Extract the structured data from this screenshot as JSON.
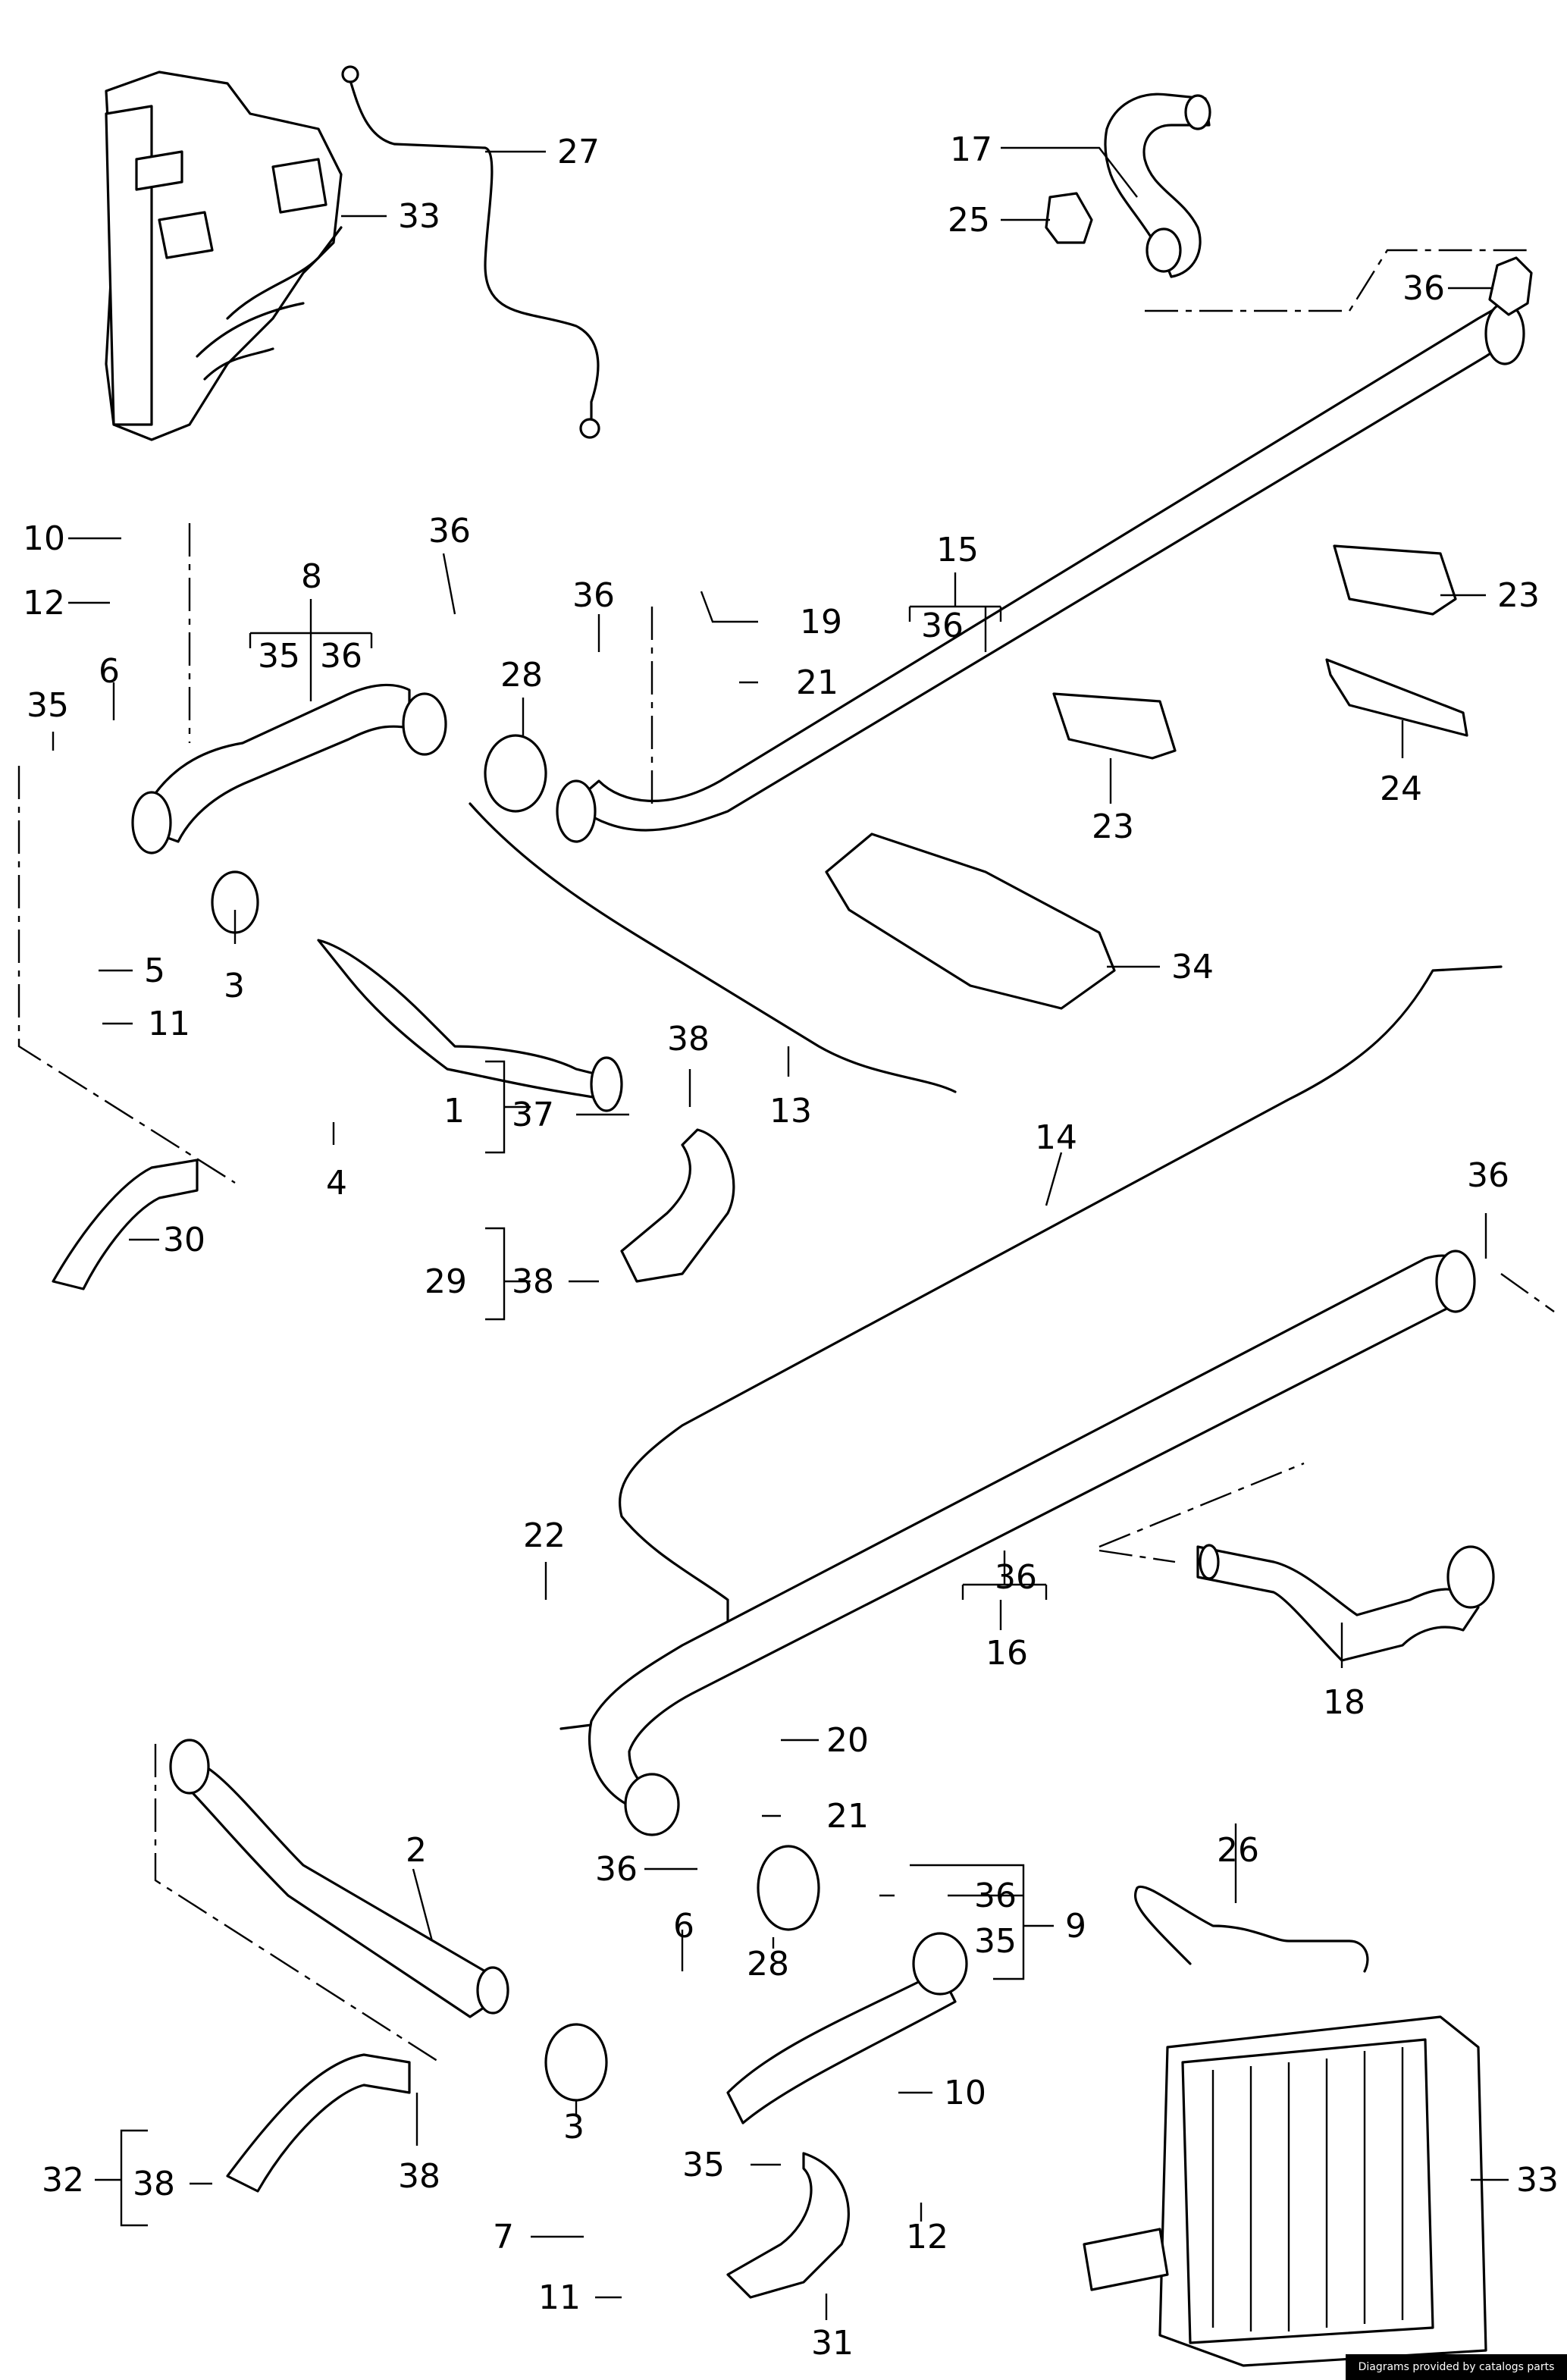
{
  "labels": {
    "l27": "27",
    "l33a": "33",
    "l17": "17",
    "l25": "25",
    "l36a": "36",
    "l10a": "10",
    "l12a": "12",
    "l8": "8",
    "l35a": "35",
    "l36b": "36",
    "l36c": "36",
    "l36d": "36",
    "l19": "19",
    "l21a": "21",
    "l15": "15",
    "l36e": "36",
    "l23a": "23",
    "l6a": "6",
    "l35b": "35",
    "l28a": "28",
    "l23b": "23",
    "l24": "24",
    "l5": "5",
    "l3a": "3",
    "l34": "34",
    "l11a": "11",
    "l38a": "38",
    "l13": "13",
    "l1": "1",
    "l37": "37",
    "l4": "4",
    "l14": "14",
    "l36f": "36",
    "l30": "30",
    "l29": "29",
    "l38b": "38",
    "l22": "22",
    "l36g": "36",
    "l16": "16",
    "l18": "18",
    "l20": "20",
    "l21b": "21",
    "l36h": "36",
    "l26": "26",
    "l2": "2",
    "l36i": "36",
    "l35c": "35",
    "l9": "9",
    "l28b": "28",
    "l6b": "6",
    "l10b": "10",
    "l3b": "3",
    "l32": "32",
    "l38c": "38",
    "l38d": "38",
    "l35d": "35",
    "l12b": "12",
    "l33b": "33",
    "l7": "7",
    "l11b": "11",
    "l31": "31"
  },
  "credit": "Diagrams provided by catalogs parts"
}
